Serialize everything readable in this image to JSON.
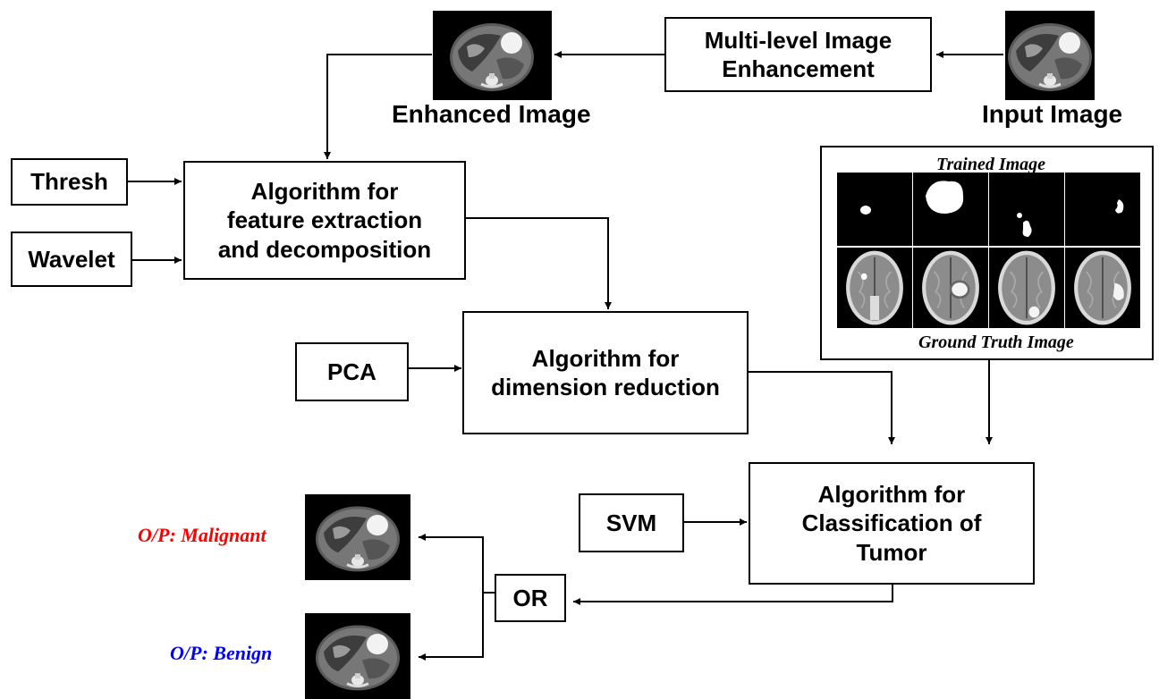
{
  "diagram": {
    "nodes": {
      "input_caption": "Input Image",
      "enhancement": "Multi-level Image\nEnhancement",
      "enhanced_caption": "Enhanced Image",
      "thresh": "Thresh",
      "wavelet": "Wavelet",
      "feature": "Algorithm for\nfeature extraction\nand decomposition",
      "pca": "PCA",
      "dimension": "Algorithm for\ndimension reduction",
      "svm": "SVM",
      "classification": "Algorithm for\nClassification of\nTumor",
      "or": "OR",
      "trained_label": "Trained Image",
      "ground_truth_label": "Ground Truth Image",
      "malignant": "O/P: Malignant",
      "benign": "O/P: Benign"
    },
    "colors": {
      "malignant": "#ff0000",
      "benign": "#0000ff"
    },
    "icons": {
      "ct_scan": "abdominal-ct-scan-icon",
      "tumor_mask": "tumor-mask-icon",
      "brain_mri": "brain-mri-icon"
    }
  }
}
